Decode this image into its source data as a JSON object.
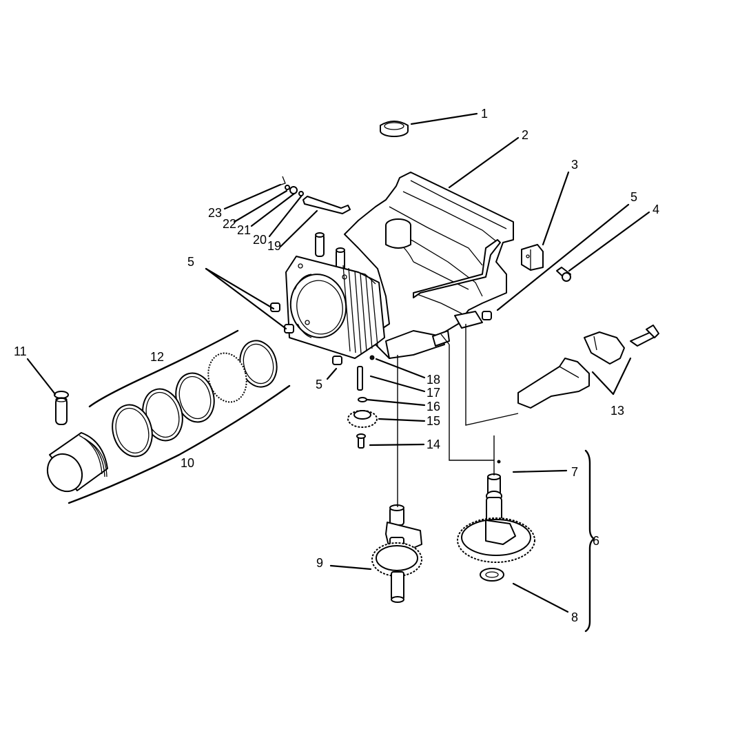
{
  "callouts": [
    {
      "id": "1"
    },
    {
      "id": "2"
    },
    {
      "id": "3"
    },
    {
      "id": "4"
    },
    {
      "id": "5"
    },
    {
      "id": "6"
    },
    {
      "id": "7"
    },
    {
      "id": "8"
    },
    {
      "id": "9"
    },
    {
      "id": "10"
    },
    {
      "id": "11"
    },
    {
      "id": "12"
    },
    {
      "id": "13"
    },
    {
      "id": "14"
    },
    {
      "id": "15"
    },
    {
      "id": "16"
    },
    {
      "id": "17"
    },
    {
      "id": "18"
    },
    {
      "id": "19"
    },
    {
      "id": "20"
    },
    {
      "id": "21"
    },
    {
      "id": "22"
    },
    {
      "id": "23"
    }
  ],
  "labels": {
    "l1": "1",
    "l2": "2",
    "l3": "3",
    "l4": "4",
    "l5a": "5",
    "l5b": "5",
    "l5c": "5",
    "l6": "6",
    "l7": "7",
    "l8": "8",
    "l9": "9",
    "l10": "10",
    "l11": "11",
    "l12": "12",
    "l13": "13",
    "l14": "14",
    "l15": "15",
    "l16": "16",
    "l17": "17",
    "l18": "18",
    "l19": "19",
    "l20": "20",
    "l21": "21",
    "l22": "22",
    "l23": "23"
  }
}
